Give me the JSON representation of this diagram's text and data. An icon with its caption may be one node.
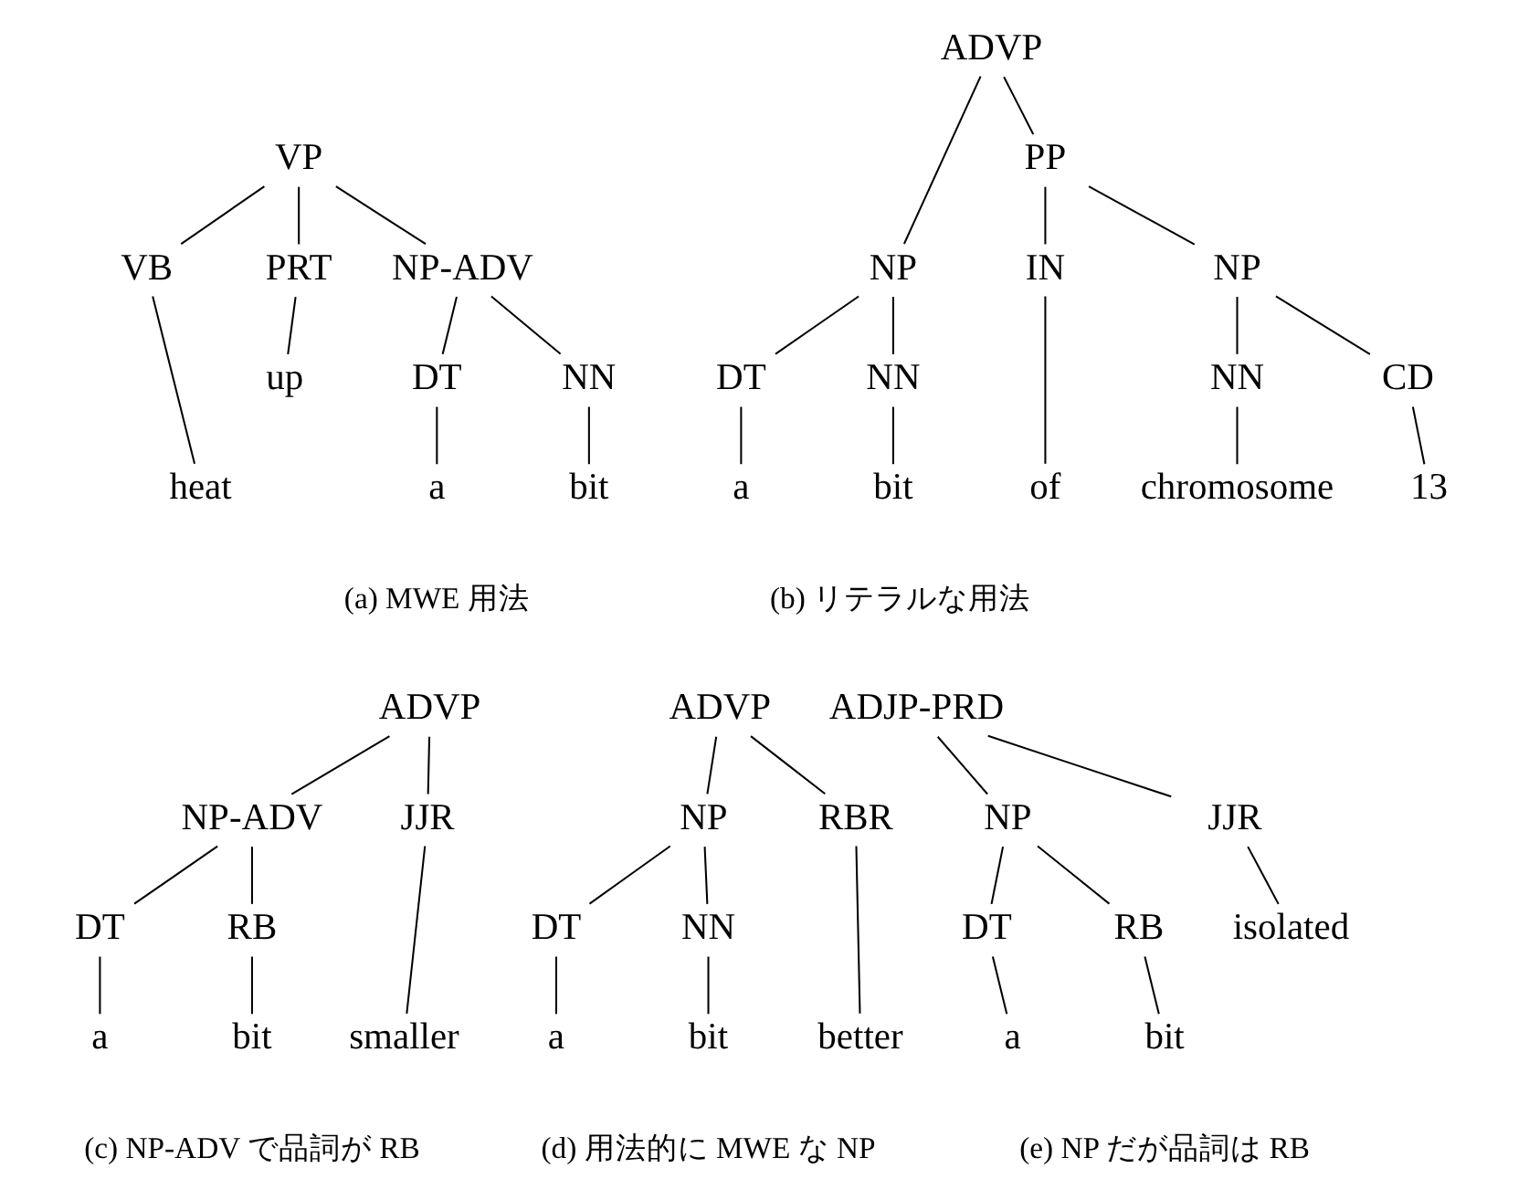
{
  "diagram": {
    "nodes": [
      {
        "text": [
          "VP"
        ]
      },
      {
        "text": [
          "VB"
        ]
      },
      {
        "text": [
          "PRT"
        ]
      },
      {
        "text": [
          "NP-ADV"
        ]
      },
      {
        "text": [
          "heat"
        ]
      },
      {
        "text": [
          "up"
        ]
      },
      {
        "text": [
          "DT"
        ]
      },
      {
        "text": [
          "NN"
        ]
      },
      {
        "text": [
          "a"
        ]
      },
      {
        "text": [
          "bit"
        ]
      },
      {
        "text": [
          "ADVP"
        ]
      },
      {
        "text": [
          "NP"
        ]
      },
      {
        "text": [
          "PP"
        ]
      },
      {
        "text": [
          "DT"
        ]
      },
      {
        "text": [
          "NN"
        ]
      },
      {
        "text": [
          "IN"
        ]
      },
      {
        "text": [
          "NP"
        ]
      },
      {
        "text": [
          "a"
        ]
      },
      {
        "text": [
          "bit"
        ]
      },
      {
        "text": [
          "of"
        ]
      },
      {
        "text": [
          "NN"
        ]
      },
      {
        "text": [
          "CD"
        ]
      },
      {
        "text": [
          "chromosome"
        ]
      },
      {
        "text": [
          "13"
        ]
      },
      {
        "text": [
          "ADVP"
        ]
      },
      {
        "text": [
          "NP-ADV"
        ]
      },
      {
        "text": [
          "JJR"
        ]
      },
      {
        "text": [
          "DT"
        ]
      },
      {
        "text": [
          "RB"
        ]
      },
      {
        "text": [
          "smaller"
        ]
      },
      {
        "text": [
          "a"
        ]
      },
      {
        "text": [
          "bit"
        ]
      },
      {
        "text": [
          "ADVP"
        ]
      },
      {
        "text": [
          "NP"
        ]
      },
      {
        "text": [
          "RBR"
        ]
      },
      {
        "text": [
          "DT"
        ]
      },
      {
        "text": [
          "NN"
        ]
      },
      {
        "text": [
          "better"
        ]
      },
      {
        "text": [
          "a"
        ]
      },
      {
        "text": [
          "bit"
        ]
      },
      {
        "text": [
          "ADJP-PRD"
        ]
      },
      {
        "text": [
          "NP"
        ]
      },
      {
        "text": [
          "JJR"
        ]
      },
      {
        "text": [
          "DT"
        ]
      },
      {
        "text": [
          "RB"
        ]
      },
      {
        "text": [
          "isolated"
        ]
      },
      {
        "text": [
          "a"
        ]
      },
      {
        "text": [
          "bit"
        ]
      }
    ],
    "edges": [
      {
        "from": 0,
        "to": 1,
        "arrow": "none"
      },
      {
        "from": 0,
        "to": 2,
        "arrow": "none"
      },
      {
        "from": 0,
        "to": 3,
        "arrow": "none"
      },
      {
        "from": 1,
        "to": 4,
        "arrow": "none"
      },
      {
        "from": 2,
        "to": 5,
        "arrow": "none"
      },
      {
        "from": 3,
        "to": 6,
        "arrow": "none"
      },
      {
        "from": 3,
        "to": 7,
        "arrow": "none"
      },
      {
        "from": 6,
        "to": 8,
        "arrow": "none"
      },
      {
        "from": 7,
        "to": 9,
        "arrow": "none"
      },
      {
        "from": 10,
        "to": 11,
        "arrow": "none"
      },
      {
        "from": 10,
        "to": 12,
        "arrow": "none"
      },
      {
        "from": 11,
        "to": 13,
        "arrow": "none"
      },
      {
        "from": 11,
        "to": 14,
        "arrow": "none"
      },
      {
        "from": 12,
        "to": 15,
        "arrow": "none"
      },
      {
        "from": 12,
        "to": 16,
        "arrow": "none"
      },
      {
        "from": 13,
        "to": 17,
        "arrow": "none"
      },
      {
        "from": 14,
        "to": 18,
        "arrow": "none"
      },
      {
        "from": 15,
        "to": 19,
        "arrow": "none"
      },
      {
        "from": 16,
        "to": 20,
        "arrow": "none"
      },
      {
        "from": 16,
        "to": 21,
        "arrow": "none"
      },
      {
        "from": 20,
        "to": 22,
        "arrow": "none"
      },
      {
        "from": 21,
        "to": 23,
        "arrow": "none"
      },
      {
        "from": 24,
        "to": 25,
        "arrow": "none"
      },
      {
        "from": 24,
        "to": 26,
        "arrow": "none"
      },
      {
        "from": 25,
        "to": 27,
        "arrow": "none"
      },
      {
        "from": 25,
        "to": 28,
        "arrow": "none"
      },
      {
        "from": 26,
        "to": 29,
        "arrow": "none"
      },
      {
        "from": 27,
        "to": 30,
        "arrow": "none"
      },
      {
        "from": 28,
        "to": 31,
        "arrow": "none"
      },
      {
        "from": 32,
        "to": 33,
        "arrow": "none"
      },
      {
        "from": 32,
        "to": 34,
        "arrow": "none"
      },
      {
        "from": 33,
        "to": 35,
        "arrow": "none"
      },
      {
        "from": 33,
        "to": 36,
        "arrow": "none"
      },
      {
        "from": 34,
        "to": 37,
        "arrow": "none"
      },
      {
        "from": 35,
        "to": 38,
        "arrow": "none"
      },
      {
        "from": 36,
        "to": 39,
        "arrow": "none"
      },
      {
        "from": 40,
        "to": 41,
        "arrow": "none"
      },
      {
        "from": 40,
        "to": 42,
        "arrow": "none"
      },
      {
        "from": 41,
        "to": 43,
        "arrow": "none"
      },
      {
        "from": 41,
        "to": 44,
        "arrow": "none"
      },
      {
        "from": 42,
        "to": 45,
        "arrow": "none"
      },
      {
        "from": 43,
        "to": 46,
        "arrow": "none"
      },
      {
        "from": 44,
        "to": 47,
        "arrow": "none"
      }
    ],
    "labels": [
      "(a) MWE 用法",
      "(b) リテラルな用法",
      "(c) NP-ADV で品詞が RB",
      "(d) 用法的に MWE な NP",
      "(e) NP だが品詞は RB"
    ]
  }
}
